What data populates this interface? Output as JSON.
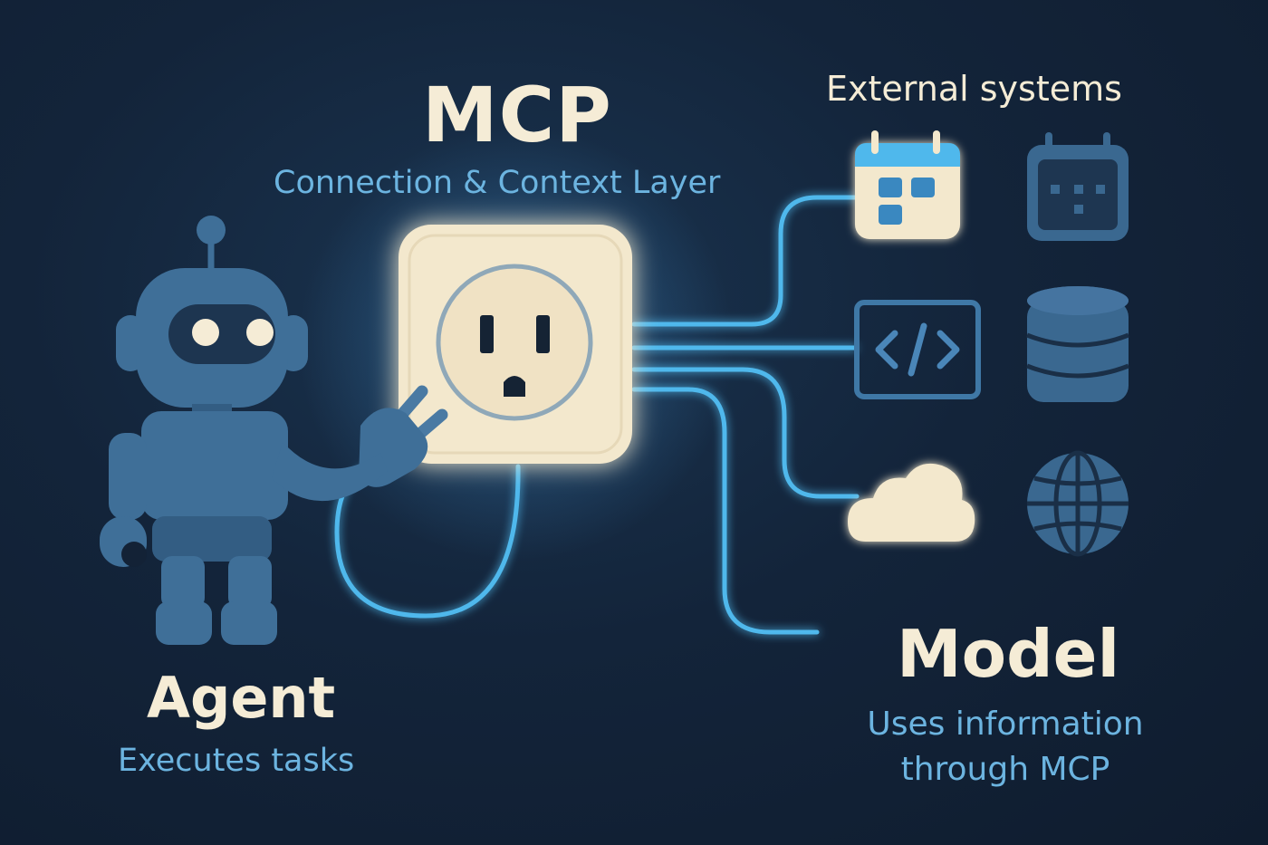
{
  "mcp": {
    "title": "MCP",
    "subtitle": "Connection & Context Layer"
  },
  "external_systems": {
    "title": "External systems",
    "icons": [
      "calendar-icon",
      "calendar-icon",
      "code-icon",
      "database-icon",
      "cloud-icon",
      "globe-icon"
    ]
  },
  "agent": {
    "title": "Agent",
    "subtitle": "Executes tasks"
  },
  "model": {
    "title": "Model",
    "subtitle": "Uses information through MCP"
  },
  "colors": {
    "background": "#13243a",
    "accent_blue": "#4fb8ec",
    "cream": "#f5ecd6",
    "steel_blue": "#3f6f98",
    "label_blue": "#6cb4e0"
  }
}
